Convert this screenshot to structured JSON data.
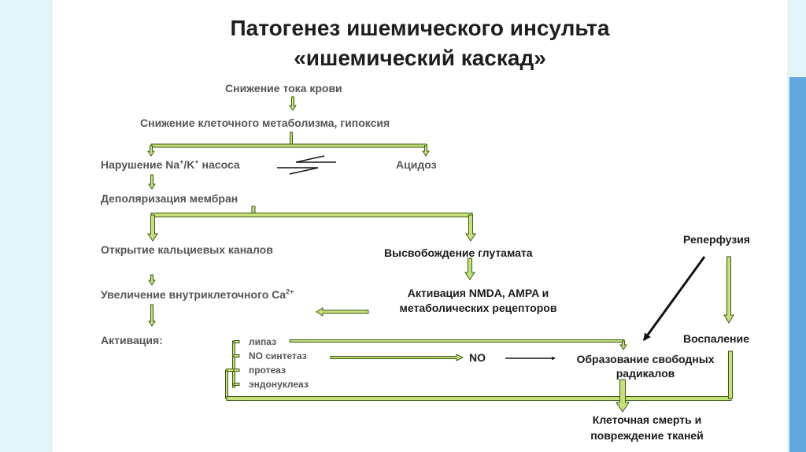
{
  "title": {
    "line1": "Патогенез ишемического инсульта",
    "line2": "«ишемический каскад»"
  },
  "steps": {
    "blood_flow": "Снижение тока крови",
    "metabolism": "Снижение клеточного метаболизма, гипоксия",
    "pump_text": "Нарушение Na",
    "pump_sup1": "+",
    "pump_mid": "/K",
    "pump_sup2": "+",
    "pump_end": " насоса",
    "acidosis": "Ацидоз",
    "depolarization": "Деполяризация мембран",
    "calcium_channels": "Открытие кальциевых каналов",
    "calcium_text": "Увеличение внутриклеточного Ca",
    "calcium_sup": "2+",
    "activation": "Активация:"
  },
  "enzymes": {
    "lipase": "липаз",
    "no_synthase": "NO синтетаз",
    "protease": "протеаз",
    "endonuclease": "эндонуклеаз"
  },
  "right_branch": {
    "glutamate": "Высвобождение глутамата",
    "receptors_line1": "Активация  NMDA, AMPA и",
    "receptors_line2": "метаболических рецепторов",
    "no": "NO",
    "radicals_line1": "Образование свободных",
    "radicals_line2": "радикалов",
    "reperfusion": "Реперфузия",
    "inflammation": "Воспаление",
    "death_line1": "Клеточная смерть и",
    "death_line2": "повреждение тканей"
  },
  "colors": {
    "arrow_fill": "#c6e07a",
    "arrow_stroke": "#3c5a14",
    "frame": "#e3f4f7",
    "frame_accent": "#5fa9dd"
  }
}
